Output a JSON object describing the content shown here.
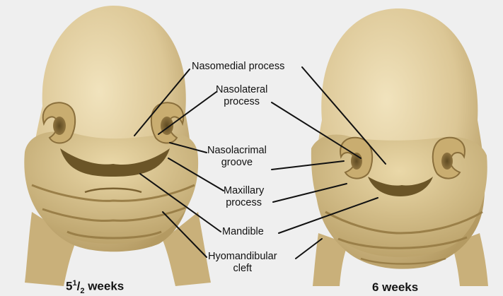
{
  "labels": {
    "nasomedial": "Nasomedial process",
    "nasolateral_1": "Nasolateral",
    "nasolateral_2": "process",
    "nasolacrimal_1": "Nasolacrimal",
    "nasolacrimal_2": "groove",
    "maxillary_1": "Maxillary",
    "maxillary_2": "process",
    "mandible": "Mandible",
    "hyomandibular_1": "Hyomandibular",
    "hyomandibular_2": "cleft"
  },
  "captions": {
    "left_whole": "5",
    "left_num": "1",
    "left_den": "2",
    "left_unit": "weeks",
    "right": "6 weeks"
  },
  "colors": {
    "background": "#efefef",
    "embryo_base": "#dcc796",
    "embryo_light": "#f1e3bd",
    "embryo_shadow": "#a88c52",
    "embryo_dark": "#5e4a22",
    "leader_line": "#111111"
  }
}
